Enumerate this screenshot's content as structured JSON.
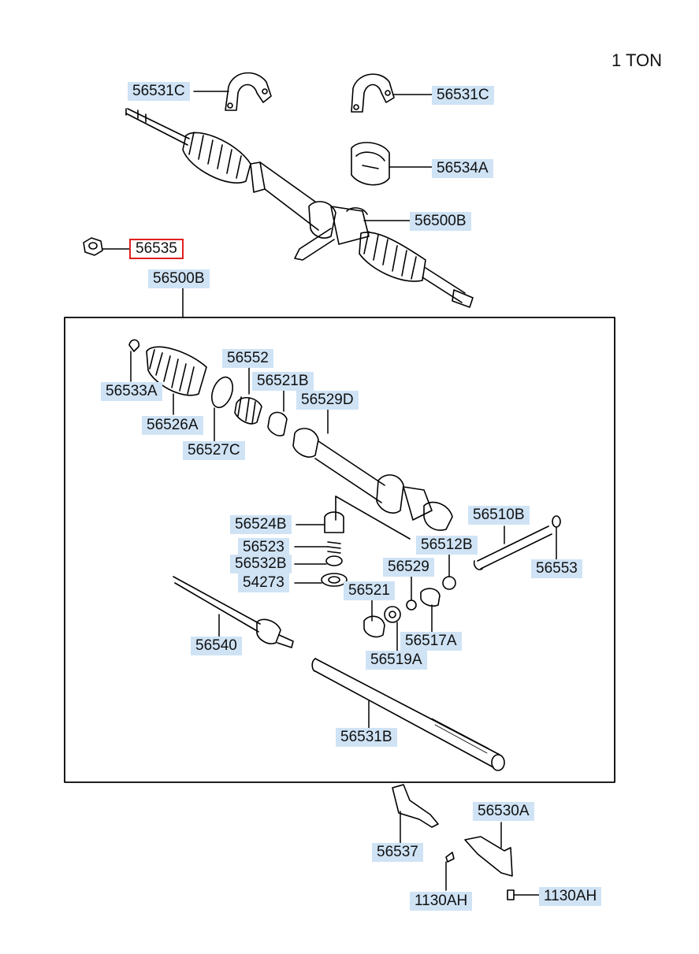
{
  "header": {
    "title": "1 TON"
  },
  "colors": {
    "label_bg": "#cfe3f5",
    "selected_border": "#e02020",
    "line": "#000000"
  },
  "labels": {
    "p56531c_a": "56531C",
    "p56531c_b": "56531C",
    "p56534a": "56534A",
    "p56500b_a": "56500B",
    "p56535": "56535",
    "p56500b_b": "56500B",
    "p56533a": "56533A",
    "p56526a": "56526A",
    "p56527c": "56527C",
    "p56552": "56552",
    "p56521b": "56521B",
    "p56529d": "56529D",
    "p56524b": "56524B",
    "p56523": "56523",
    "p56532b": "56532B",
    "p54273": "54273",
    "p56540": "56540",
    "p56510b": "56510B",
    "p56512b": "56512B",
    "p56553": "56553",
    "p56529": "56529",
    "p56521": "56521",
    "p56517a": "56517A",
    "p56519a": "56519A",
    "p56531b": "56531B",
    "p56530a": "56530A",
    "p56537": "56537",
    "p1130ah_a": "1130AH",
    "p1130ah_b": "1130AH"
  },
  "selected_part": "56535"
}
